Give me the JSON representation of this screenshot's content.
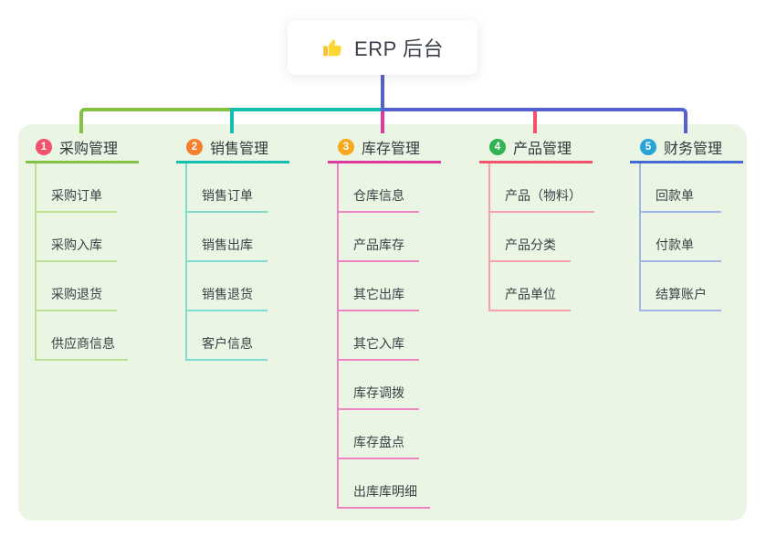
{
  "root": {
    "label": "ERP 后台",
    "icon": "thumbs-up-icon"
  },
  "colors": {
    "page_bg": "#ffffff",
    "panel_bg": "#eaf6e3",
    "connector_blue": "#5560d2",
    "root_text": "#3a3f4a"
  },
  "branches": [
    {
      "num": "1",
      "label": "采购管理",
      "badge_color": "#f4516c",
      "accent": "#82c142",
      "light": "#b9e093",
      "items": [
        "采购订单",
        "采购入库",
        "采购退货",
        "供应商信息"
      ]
    },
    {
      "num": "2",
      "label": "销售管理",
      "badge_color": "#f57f2d",
      "accent": "#15bfb0",
      "light": "#7edcd1",
      "items": [
        "销售订单",
        "销售出库",
        "销售退货",
        "客户信息"
      ]
    },
    {
      "num": "3",
      "label": "库存管理",
      "badge_color": "#f9a91f",
      "accent": "#e03a9e",
      "light": "#f084c2",
      "items": [
        "仓库信息",
        "产品库存",
        "其它出库",
        "其它入库",
        "库存调拨",
        "库存盘点",
        "出库库明细"
      ]
    },
    {
      "num": "4",
      "label": "产品管理",
      "badge_color": "#30b353",
      "accent": "#f4516c",
      "light": "#f9a0ad",
      "items": [
        "产品（物料）",
        "产品分类",
        "产品单位"
      ]
    },
    {
      "num": "5",
      "label": "财务管理",
      "badge_color": "#29a4db",
      "accent": "#4468d4",
      "light": "#a2b5e8",
      "items": [
        "回款单",
        "付款单",
        "结算账户"
      ]
    }
  ]
}
